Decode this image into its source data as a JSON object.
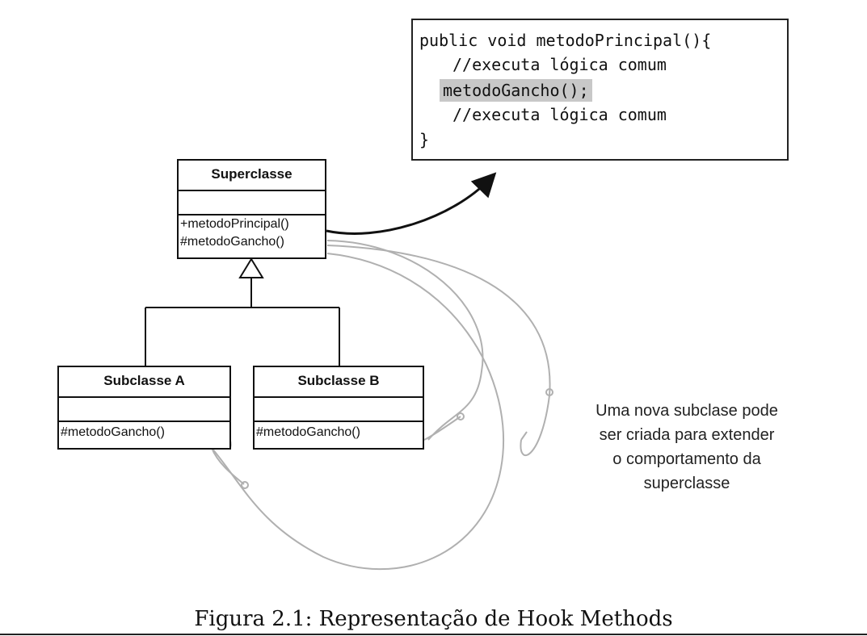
{
  "code": {
    "line1": "public void metodoPrincipal(){",
    "line2": "//executa lógica comum",
    "line3_highlight": "metodoGancho();",
    "line4": "//executa lógica comum",
    "line5": "}"
  },
  "superclass": {
    "name": "Superclasse",
    "op1": "+metodoPrincipal()",
    "op2": "#metodoGancho()"
  },
  "subclass_a": {
    "name": "Subclasse A",
    "op1": "#metodoGancho()"
  },
  "subclass_b": {
    "name": "Subclasse B",
    "op1": "#metodoGancho()"
  },
  "note": {
    "line1": "Uma nova subclase pode",
    "line2": "ser criada para extender",
    "line3": "o comportamento da",
    "line4": "superclasse"
  },
  "caption": "Figura 2.1: Representação de Hook Methods",
  "colors": {
    "highlight": "#c8c8c8",
    "hook_line": "#b0b0b0",
    "border": "#111111"
  }
}
